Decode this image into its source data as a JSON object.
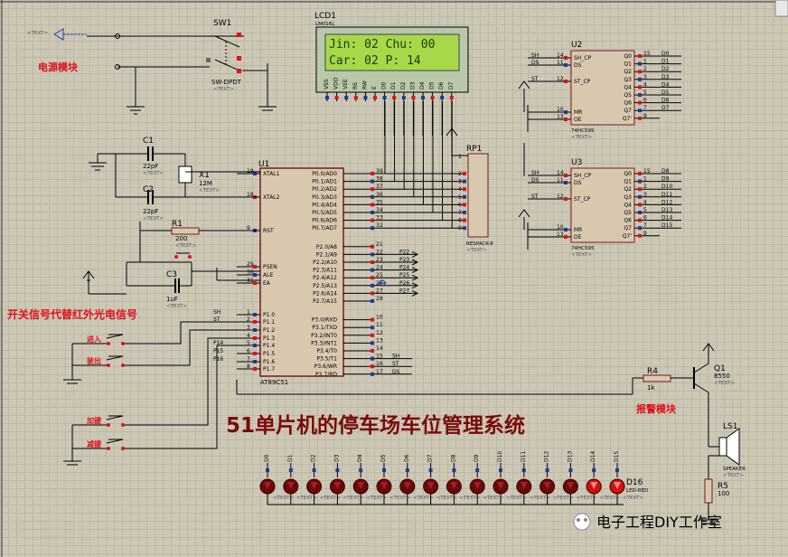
{
  "power_module": {
    "label": "电源模块",
    "switch_ref": "SW1",
    "switch_type": "SW-DPDT"
  },
  "lcd": {
    "ref": "LCD1",
    "part": "LM016L",
    "line1": "Jin: 02 Chu: 00",
    "line2": "Car: 02  P: 14",
    "pins": [
      "VSS",
      "VDD",
      "VEE",
      "RS",
      "RW",
      "E",
      "D0",
      "D1",
      "D2",
      "D3",
      "D4",
      "D5",
      "D6",
      "D7"
    ]
  },
  "mcu": {
    "ref": "U1",
    "part": "AT89C51",
    "left_pins": [
      {
        "num": "19",
        "name": "XTAL1"
      },
      {
        "num": "18",
        "name": "XTAL2"
      },
      {
        "num": "9",
        "name": "RST"
      },
      {
        "num": "29",
        "name": "PSEN"
      },
      {
        "num": "30",
        "name": "ALE"
      },
      {
        "num": "31",
        "name": "EA"
      },
      {
        "num": "1",
        "name": "P1.0"
      },
      {
        "num": "2",
        "name": "P1.1"
      },
      {
        "num": "3",
        "name": "P1.2"
      },
      {
        "num": "4",
        "name": "P1.3"
      },
      {
        "num": "5",
        "name": "P1.4"
      },
      {
        "num": "6",
        "name": "P1.5"
      },
      {
        "num": "7",
        "name": "P1.6"
      },
      {
        "num": "8",
        "name": "P1.7"
      }
    ],
    "right_pins": [
      {
        "num": "39",
        "name": "P0.0/AD0"
      },
      {
        "num": "38",
        "name": "P0.1/AD1"
      },
      {
        "num": "37",
        "name": "P0.2/AD2"
      },
      {
        "num": "36",
        "name": "P0.3/AD3"
      },
      {
        "num": "35",
        "name": "P0.4/AD4"
      },
      {
        "num": "34",
        "name": "P0.5/AD5"
      },
      {
        "num": "33",
        "name": "P0.6/AD6"
      },
      {
        "num": "32",
        "name": "P0.7/AD7"
      },
      {
        "num": "21",
        "name": "P2.0/A8"
      },
      {
        "num": "22",
        "name": "P2.1/A9"
      },
      {
        "num": "23",
        "name": "P2.2/A10"
      },
      {
        "num": "24",
        "name": "P2.3/A11"
      },
      {
        "num": "25",
        "name": "P2.4/A12"
      },
      {
        "num": "26",
        "name": "P2.5/A13"
      },
      {
        "num": "27",
        "name": "P2.6/A14"
      },
      {
        "num": "28",
        "name": "P2.7/A15"
      },
      {
        "num": "10",
        "name": "P3.0/RXD"
      },
      {
        "num": "11",
        "name": "P3.1/TXD"
      },
      {
        "num": "12",
        "name": "P3.2/INT0"
      },
      {
        "num": "13",
        "name": "P3.3/INT1"
      },
      {
        "num": "14",
        "name": "P3.4/T0"
      },
      {
        "num": "15",
        "name": "P3.5/T1"
      },
      {
        "num": "16",
        "name": "P3.6/WR"
      },
      {
        "num": "17",
        "name": "P3.7/RD"
      }
    ],
    "p1_nets": [
      "SH",
      "ST",
      "",
      "",
      "P14",
      "P15",
      "P16",
      ""
    ],
    "p2_nets": [
      "",
      "P22",
      "P23",
      "P24",
      "P25",
      "P26",
      "P27",
      ""
    ],
    "p3_nets": [
      "",
      "",
      "",
      "",
      "",
      "SH",
      "ST",
      "DS"
    ]
  },
  "caps": {
    "c1": "C1",
    "c1_val": "22pF",
    "c2": "C2",
    "c2_val": "22pF",
    "c3": "C3",
    "c3_val": "1uF"
  },
  "crystal": {
    "ref": "X1",
    "val": "12M"
  },
  "r1": {
    "ref": "R1",
    "val": "200"
  },
  "rp1": {
    "ref": "RP1",
    "part": "RESPACK-8"
  },
  "u2": {
    "ref": "U2",
    "part": "74HC595",
    "pins_left": [
      {
        "num": "14",
        "name": "SH_CP"
      },
      {
        "num": "11",
        "name": "DS"
      },
      {
        "num": "12",
        "name": "ST_CP"
      },
      {
        "num": "10",
        "name": "MR"
      },
      {
        "num": "13",
        "name": "OE"
      }
    ],
    "pins_right": [
      "Q0",
      "Q1",
      "Q2",
      "Q3",
      "Q4",
      "Q5",
      "Q6",
      "Q7",
      "Q7'"
    ],
    "right_nums": [
      "15",
      "1",
      "2",
      "3",
      "4",
      "5",
      "6",
      "7",
      "9"
    ],
    "out_nets": [
      "D0",
      "D1",
      "D2",
      "D3",
      "D4",
      "D5",
      "D6",
      "D7",
      ""
    ],
    "in_nets": [
      "SH",
      "DS",
      "ST"
    ]
  },
  "u3": {
    "ref": "U3",
    "part": "74HC595",
    "out_nets": [
      "D8",
      "D9",
      "D10",
      "D11",
      "D12",
      "D13",
      "D14",
      "D15",
      ""
    ],
    "in_nets": [
      "SH",
      "DS",
      "ST"
    ]
  },
  "signal_note": "开关信号代替红外光电信号",
  "buttons": [
    "进入",
    "驶出",
    "加键",
    "减键"
  ],
  "title": "51单片机的停车场车位管理系统",
  "alarm": {
    "label": "报警模块",
    "r4": "R4",
    "r4_val": "1k",
    "q1": "Q1",
    "q1_part": "8550",
    "ls1": "LS1",
    "ls1_part": "SPEAKER",
    "r5": "R5",
    "r5_val": "100"
  },
  "leds": {
    "labels": [
      "D0",
      "D1",
      "D2",
      "D3",
      "D4",
      "D5",
      "D6",
      "D7",
      "D8",
      "D9",
      "D10",
      "D11",
      "D12",
      "D13",
      "D14",
      "D15"
    ],
    "lit_count": 2,
    "last_ref": "D16",
    "last_part": "LED-RED"
  },
  "text_placeholder": "<TEXT>",
  "watermark": "电子工程DIY工作室"
}
